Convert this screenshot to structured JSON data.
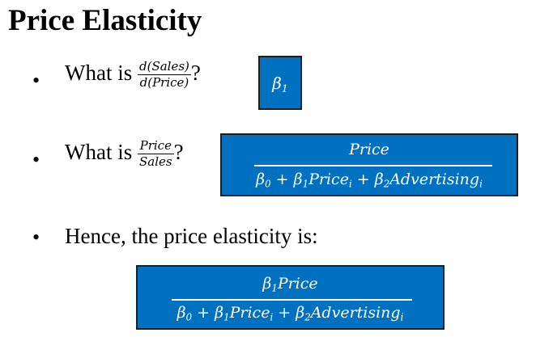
{
  "title": "Price Elasticity",
  "bullet_char": "•",
  "q1": {
    "prefix": "What is ",
    "numerator": "d(Sales)",
    "denominator": "d(Price)",
    "suffix": "?",
    "answer_symbol": "β",
    "answer_subscript": "1"
  },
  "q2": {
    "prefix": "What is ",
    "numerator": "Price",
    "denominator": "Sales",
    "suffix": "?",
    "answer": {
      "numerator": "Price",
      "den_b0": "β",
      "den_b0_sub": "0",
      "den_plus1": " + ",
      "den_b1": "β",
      "den_b1_sub": "1",
      "den_price": "Price",
      "den_price_sub": "i",
      "den_plus2": " + ",
      "den_b2": "β",
      "den_b2_sub": "2",
      "den_adv": "Advertising",
      "den_adv_sub": "i"
    }
  },
  "hence": {
    "text": "Hence, the price elasticity is:",
    "answer": {
      "num_b1": "β",
      "num_b1_sub": "1",
      "num_price": "Price",
      "den_b0": "β",
      "den_b0_sub": "0",
      "den_plus1": " + ",
      "den_b1": "β",
      "den_b1_sub": "1",
      "den_price": "Price",
      "den_price_sub": "i",
      "den_plus2": " + ",
      "den_b2": "β",
      "den_b2_sub": "2",
      "den_adv": "Advertising",
      "den_adv_sub": "i"
    }
  },
  "colors": {
    "box_fill": "#0070c0",
    "box_border": "#1f1f1f",
    "box_text": "#ffffff"
  }
}
